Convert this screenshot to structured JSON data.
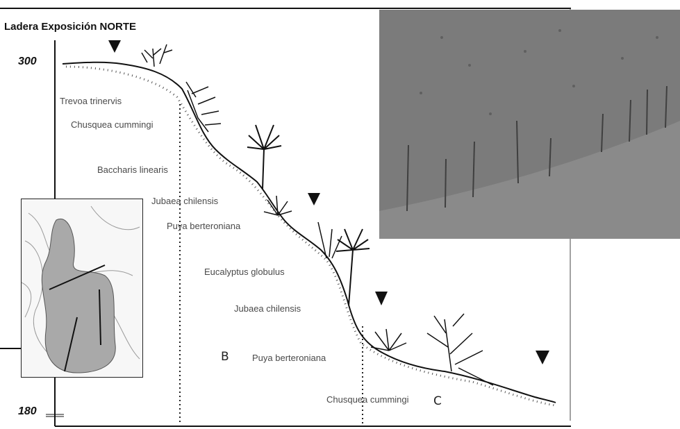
{
  "title": "Ladera Exposición NORTE",
  "y_axis": {
    "ticks": [
      "300",
      "180"
    ]
  },
  "species_labels": [
    "Trevoa trinervis",
    "Chusquea cummingi",
    "Baccharis linearis",
    "Jubaea chilensis",
    "Puya berteroniana",
    "Eucalyptus globulus",
    "Jubaea chilensis",
    "Puya berteroniana",
    "Chusquea cummingi"
  ],
  "zone_letters": [
    "B",
    "C"
  ],
  "colors": {
    "ink": "#111111",
    "label": "#4a4a4a",
    "photo": "#7b7b7b"
  }
}
